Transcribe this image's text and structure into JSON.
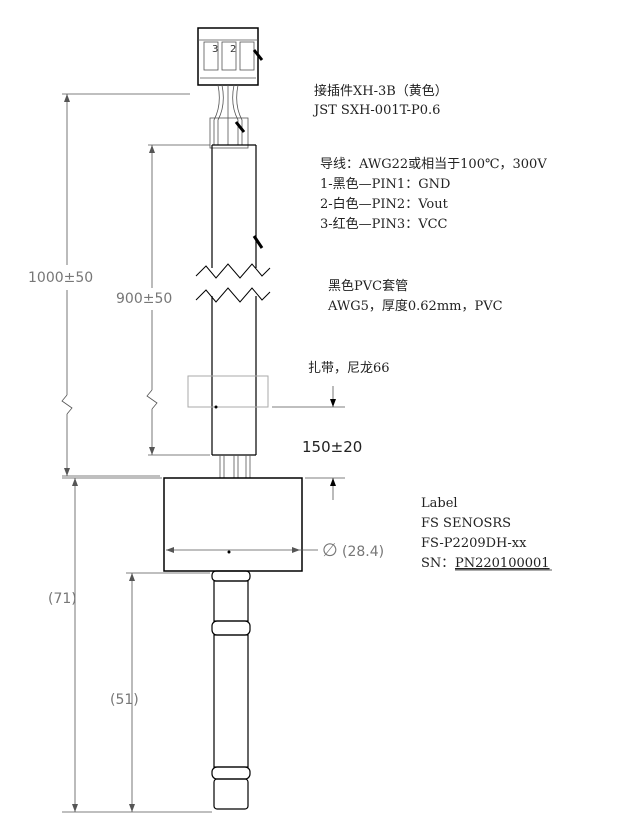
{
  "connector": {
    "pin_labels": [
      "3",
      "2"
    ],
    "note_lines": [
      "接插件XH-3B（黄色）",
      "JST SXH-001T-P0.6"
    ]
  },
  "wire": {
    "note_lines": [
      "导线：AWG22或相当于100℃，300V",
      "1-黑色—PIN1：GND",
      "2-白色—PIN2：Vout",
      "3-红色—PIN3：VCC"
    ]
  },
  "sleeve": {
    "note_lines": [
      "黑色PVC套管",
      "AWG5，厚度0.62mm，PVC"
    ]
  },
  "cable_tie": {
    "note": "扎带，尼龙66"
  },
  "label_block": {
    "lines": [
      "Label",
      "FS SENOSRS",
      "FS-P2209DH-xx"
    ],
    "sn_prefix": "SN：",
    "sn_value": "PN220100001"
  },
  "dimensions": {
    "total_length": "1000±50",
    "sleeve_length": "900±50",
    "tie_offset": "150±20",
    "diameter_symbol": "∅",
    "diameter": "(28.4)",
    "body_length": "(71)",
    "probe_length": "(51)"
  }
}
